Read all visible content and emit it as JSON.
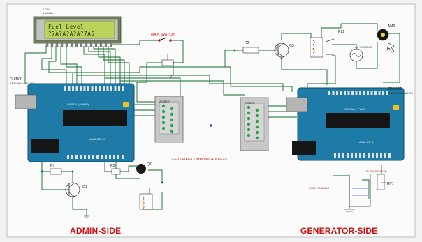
{
  "lcd": {
    "ref": "LCD1",
    "part": "LM016L",
    "line1": "Fuel Level",
    "line2": "?7A?A?A?A?7A6"
  },
  "switches": {
    "main": "MAIN SWITCH"
  },
  "arduinos": {
    "admin": {
      "ref": "DUINO1",
      "part": "ARDUINO UNO R3",
      "digital": "DIGITAL (~PWM)",
      "analog": "ANALOG IN"
    },
    "generator": {
      "ref": "DUINO2",
      "part": "ARDUINO UNO R3",
      "digital": "DIGITAL (~PWM)",
      "analog": "ANALOG IN"
    }
  },
  "components": {
    "r2": "R2",
    "q3": "Q3",
    "rl1": "RL1",
    "lamp": "LAMP",
    "ac_voltage": "AC VOLTAGE",
    "r1": "R1",
    "q1": "Q1",
    "q2": "Q2",
    "r3": "R3",
    "rv1": "RV1",
    "zigbee": "ZIGBEE",
    "flowsensor": "FLOW SENSOR",
    "fuel_reading": "FUEL READING"
  },
  "labels": {
    "zigbee_comm": "<---ZIGBEE-COMMUNICATION--->",
    "admin_side": "ADMIN-SIDE",
    "generator_side": "GENERATOR-SIDE"
  },
  "colors": {
    "board": "#1e7aa6",
    "wire": "#0d6b2a",
    "label_red": "#cc1111",
    "lcd_screen": "#b9d35a"
  }
}
